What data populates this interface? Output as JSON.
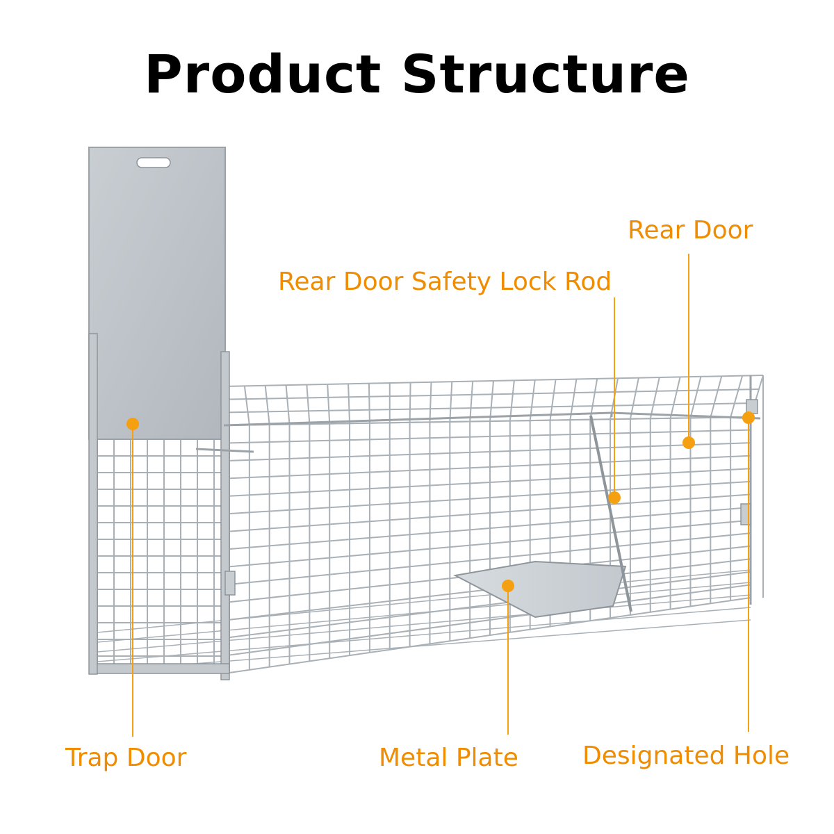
{
  "title": "Product Structure",
  "labels": {
    "trap_door": "Trap Door",
    "metal_plate": "Metal Plate",
    "designated_hole": "Designated Hole",
    "rear_door": "Rear Door",
    "rear_door_lock_rod": "Rear Door Safety Lock Rod"
  },
  "colors": {
    "accent": "#f5a010",
    "label_text": "#f08c00",
    "title_text": "#000000",
    "metal": "#b8bec4"
  }
}
